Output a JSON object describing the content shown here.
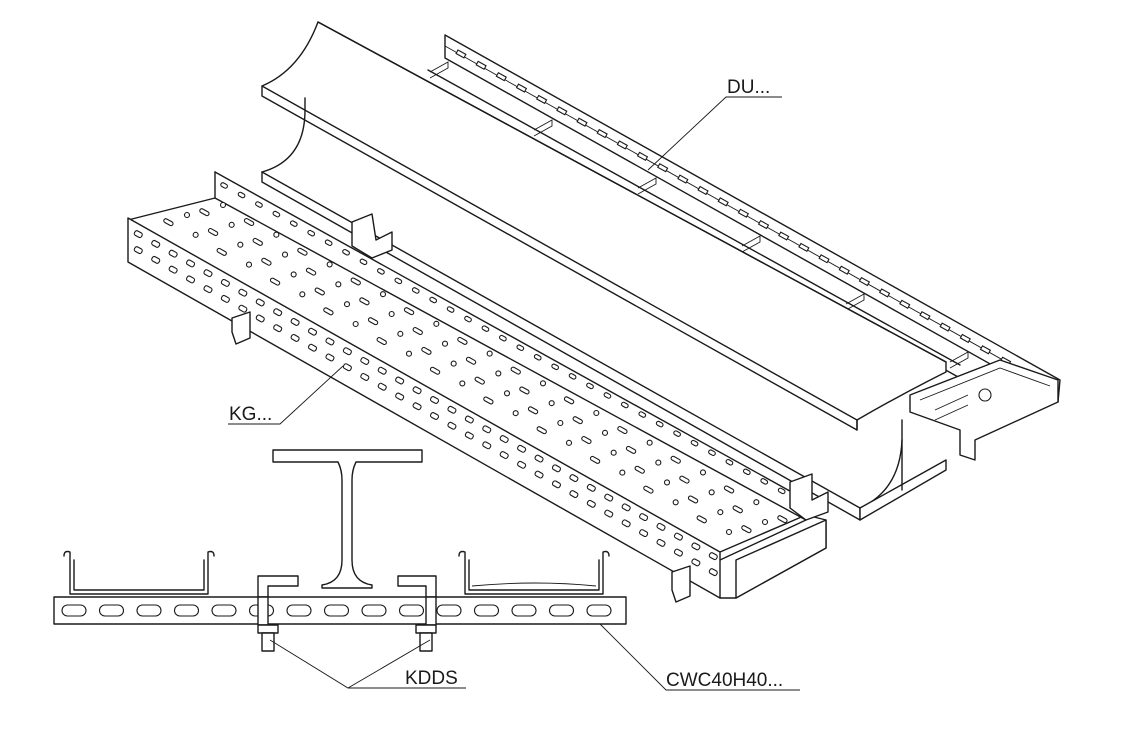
{
  "labels": {
    "du": "DU...",
    "kg": "KG...",
    "kdds": "KDDS",
    "cwc": "CWC40H40..."
  }
}
